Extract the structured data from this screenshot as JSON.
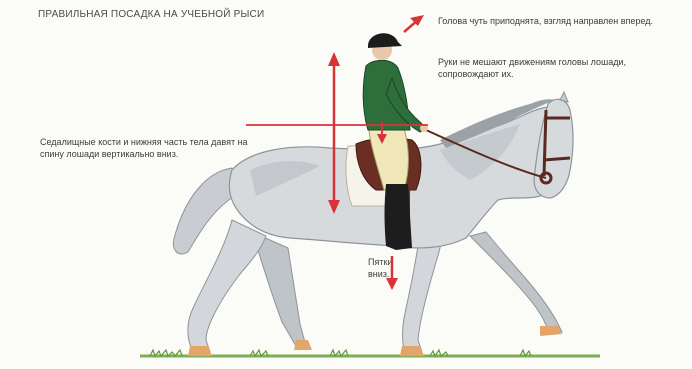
{
  "title": "ПРАВИЛЬНАЯ ПОСАДКА НА УЧЕБНОЙ РЫСИ",
  "notes": {
    "head": "Голова чуть приподнята, взгляд направлен вперед.",
    "hands": "Руки не мешают движениям головы лошади, сопровождают их.",
    "seat": "Седалищные кости и нижняя часть тела давят на спину лошади вертикально вниз.",
    "heels": "Пятки вниз."
  },
  "colors": {
    "arrow": "#d9333a",
    "horse": "#d7dadd",
    "horse_shade": "#a9afb5",
    "jacket": "#2e6e3a",
    "breeches": "#efe7b8",
    "tack": "#5a2a1e",
    "grass": "#6fa24a"
  }
}
